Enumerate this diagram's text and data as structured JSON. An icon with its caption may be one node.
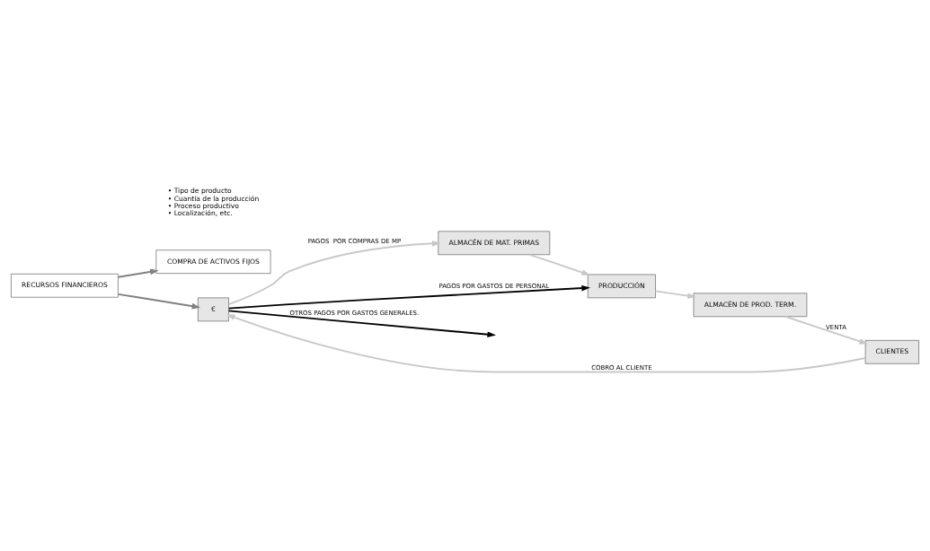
{
  "diagram": {
    "nodes": [
      {
        "text": [
          "COMPRA DE ACTIVOS FIJOS"
        ]
      },
      {
        "text": [
          "RECURSOS FINANCIEROS"
        ]
      },
      {
        "text": [
          "€"
        ]
      },
      {
        "text": [
          "ALMACÉN DE MAT. PRIMAS"
        ]
      },
      {
        "text": [
          "PRODUCCIÓN"
        ]
      },
      {
        "text": [
          "ALMACÉN DE PROD. TERM."
        ]
      },
      {
        "text": [
          "CLIENTES"
        ]
      }
    ],
    "edges": [
      {
        "from": 1,
        "to": 0,
        "arrow": "to",
        "color": "#808080"
      },
      {
        "from": 1,
        "to": 2,
        "arrow": "to",
        "color": "#808080"
      },
      {
        "from": 2,
        "to": 3,
        "arrow": "to",
        "label": "PAGOS  POR COMPRAS DE MP"
      },
      {
        "from": 3,
        "to": 4,
        "arrow": "to"
      },
      {
        "from": 2,
        "to": 4,
        "arrow": "to",
        "color": "#000000",
        "label": "PAGOS POR GASTOS DE PERSONAL"
      },
      {
        "from": 2,
        "to": null,
        "arrow": "to",
        "color": "#000000",
        "label": "OTROS PAGOS POR GASTOS GENERALES."
      },
      {
        "from": 4,
        "to": 5,
        "arrow": "to"
      },
      {
        "from": 5,
        "to": 6,
        "arrow": "to",
        "label": "VENTA"
      },
      {
        "from": 6,
        "to": 2,
        "arrow": "to",
        "label": "COBRO AL CLIENTE"
      }
    ],
    "labels": [
      "• Tipo de producto",
      "• Cuantía de la producción",
      "• Proceso productivo",
      "• Localización, etc."
    ]
  }
}
